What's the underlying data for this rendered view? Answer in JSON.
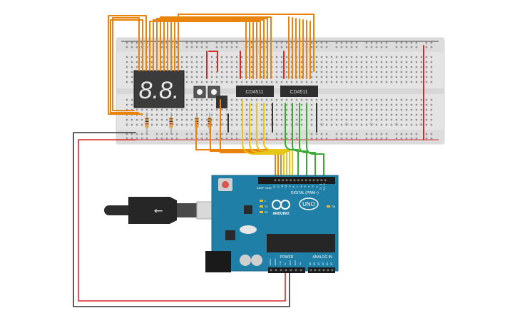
{
  "breadboard": {
    "column_labels": [
      "1",
      "5",
      "10",
      "15",
      "20",
      "25",
      "30",
      "35",
      "40",
      "45",
      "50",
      "55",
      "60"
    ]
  },
  "display": {
    "text": "8.8."
  },
  "chips": [
    {
      "label": "CD4511"
    },
    {
      "label": "CD4511"
    }
  ],
  "arduino": {
    "brand": "ARDUINO",
    "model": "UNO",
    "digital_label": "DIGITAL (PWM~)",
    "power_label": "POWER",
    "analog_label": "ANALOG IN",
    "aref": "AREF",
    "gnd": "GND",
    "header_top_pins": [
      "13",
      "12",
      "~11",
      "~10",
      "~9",
      "8",
      "7",
      "~6",
      "~5",
      "4",
      "~3",
      "2",
      "TX→1",
      "RX←0"
    ],
    "power_pins": [
      "IOREF",
      "RESET",
      "3.3V",
      "5V",
      "GND",
      "GND",
      "Vin"
    ],
    "analog_pins": [
      "A0",
      "A1",
      "A2",
      "A3",
      "A4",
      "A5"
    ],
    "led_labels": [
      "L",
      "TX",
      "RX",
      "ON"
    ]
  },
  "colors": {
    "orange_wire": "#e8840c",
    "yellow_wire": "#e6c619",
    "green_wire": "#3aaa35",
    "red_wire": "#d92626",
    "black_wire": "#333333",
    "board_blue": "#1f7fa6",
    "breadboard": "#e6e6e6"
  }
}
